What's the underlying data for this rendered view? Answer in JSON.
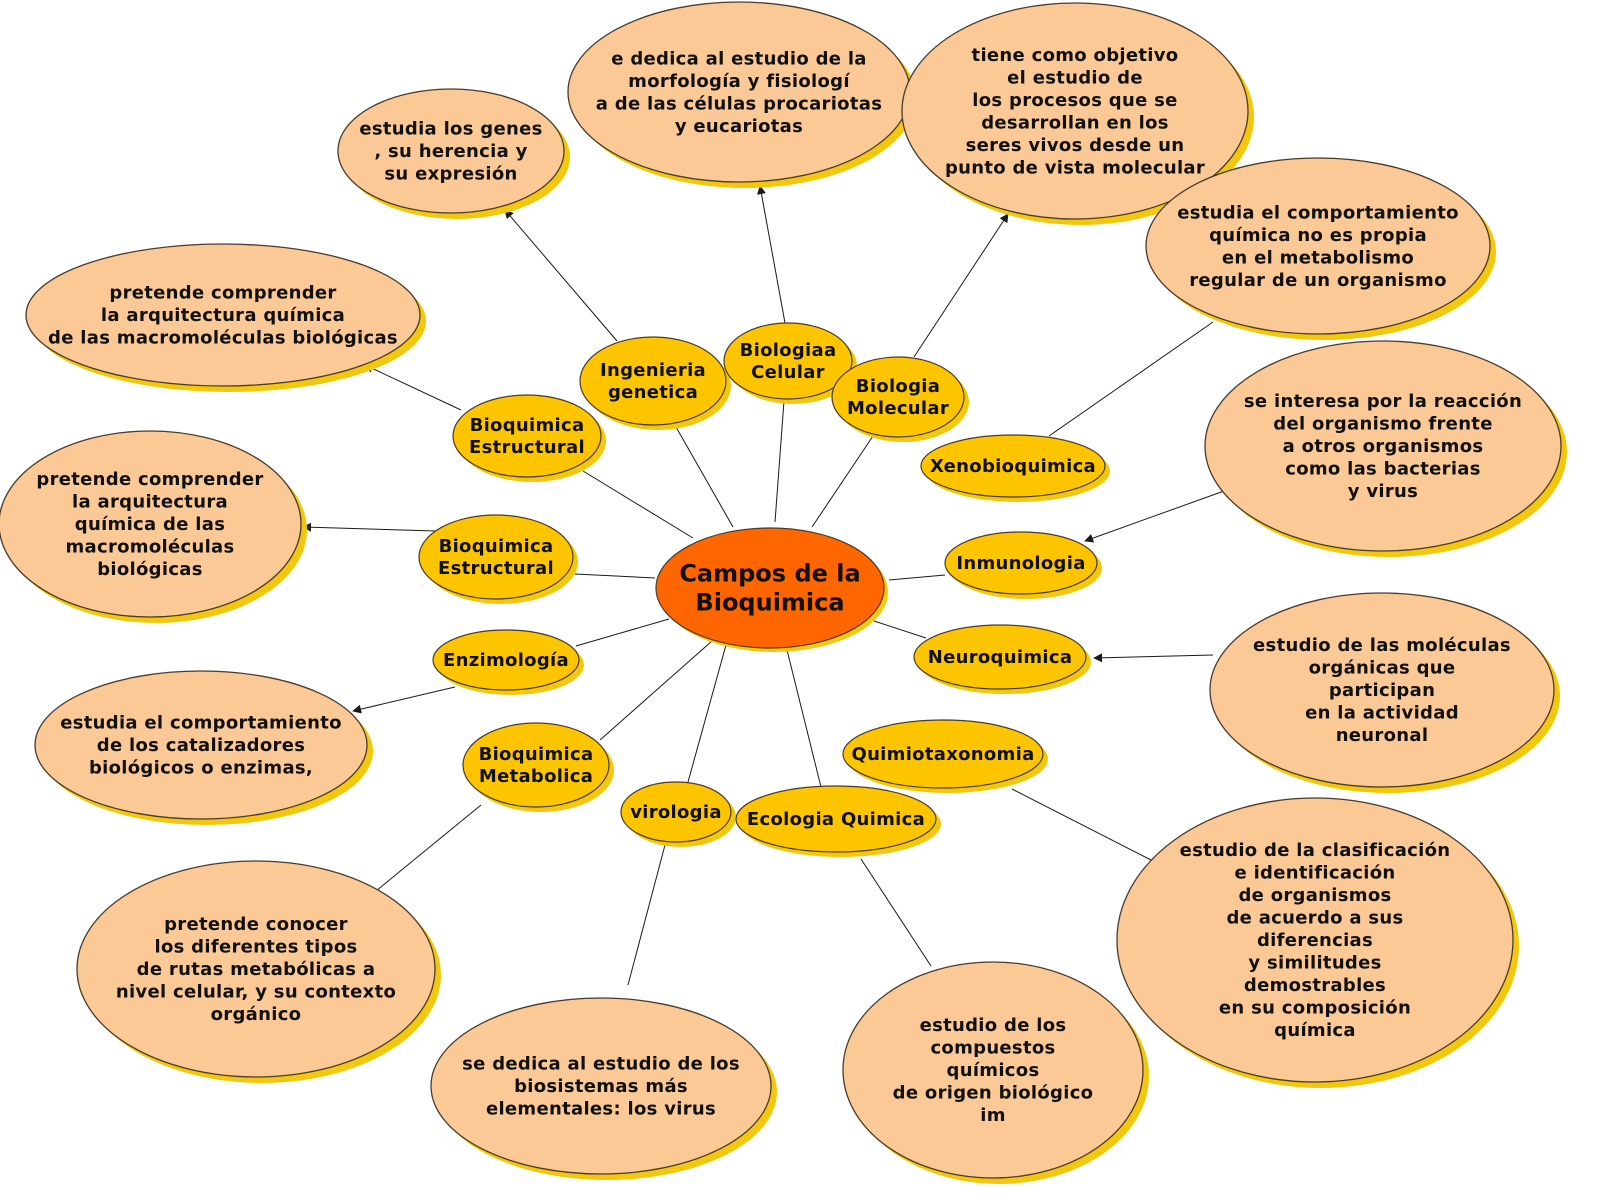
{
  "center": {
    "label": "Campos de la Bioquimica",
    "lines": [
      "Campos de la",
      "Bioquimica"
    ]
  },
  "colors": {
    "center_fill": "#ff6600",
    "field_fill": "#fcc500",
    "description_fill": "#fac996",
    "shadow": "#f2c80f",
    "connector": "#1a1a1a"
  },
  "fields": [
    {
      "id": "ingenieria-genetica",
      "lines": [
        "Ingenieria",
        "genetica"
      ]
    },
    {
      "id": "biologia-celular",
      "lines": [
        "Biologiaa",
        "Celular"
      ]
    },
    {
      "id": "biologia-molecular",
      "lines": [
        "Biologia",
        "Molecular"
      ]
    },
    {
      "id": "bioquimica-estructural-upper",
      "lines": [
        "Bioquimica",
        "Estructural"
      ]
    },
    {
      "id": "xenobioquimica",
      "lines": [
        "Xenobioquimica"
      ]
    },
    {
      "id": "bioquimica-estructural-lower",
      "lines": [
        "Bioquimica",
        "Estructural"
      ]
    },
    {
      "id": "inmunologia",
      "lines": [
        "Inmunologia"
      ]
    },
    {
      "id": "enzimologia",
      "lines": [
        "Enzimología"
      ]
    },
    {
      "id": "neuroquimica",
      "lines": [
        "Neuroquimica"
      ]
    },
    {
      "id": "bioquimica-metabolica",
      "lines": [
        "Bioquimica",
        "Metabolica"
      ]
    },
    {
      "id": "quimiotaxonomia",
      "lines": [
        "Quimiotaxonomia"
      ]
    },
    {
      "id": "virologia",
      "lines": [
        "virologia"
      ]
    },
    {
      "id": "ecologia-quimica",
      "lines": [
        "Ecologia Quimica"
      ]
    }
  ],
  "descriptions": [
    {
      "id": "genes",
      "field": "ingenieria-genetica",
      "lines": [
        "estudia los genes",
        ", su herencia y",
        "su expresión"
      ]
    },
    {
      "id": "celular",
      "field": "biologia-celular",
      "lines": [
        "e dedica al estudio de la",
        "morfología y fisiologí",
        "a de las células procariotas",
        "y eucariotas"
      ]
    },
    {
      "id": "molecular",
      "field": "biologia-molecular",
      "lines": [
        "tiene como objetivo",
        "el estudio de",
        "los procesos que se",
        "desarrollan en los",
        "seres vivos desde un",
        "punto de vista molecular"
      ]
    },
    {
      "id": "xeno",
      "field": "xenobioquimica",
      "lines": [
        "estudia el comportamiento",
        "química no es propia",
        "en el metabolismo",
        "regular de un organismo"
      ]
    },
    {
      "id": "estructural-upper",
      "field": "bioquimica-estructural-upper",
      "lines": [
        "pretende comprender",
        "la arquitectura química",
        "de las macromoléculas biológicas"
      ]
    },
    {
      "id": "inmuno",
      "field": "inmunologia",
      "lines": [
        "se interesa por la reacción",
        "del organismo frente",
        "a otros organismos",
        "como las bacterias",
        "y virus"
      ]
    },
    {
      "id": "estructural-lower",
      "field": "bioquimica-estructural-lower",
      "lines": [
        "pretende comprender",
        "la arquitectura",
        "química de las",
        "macromoléculas",
        "biológicas"
      ]
    },
    {
      "id": "neuro",
      "field": "neuroquimica",
      "lines": [
        "estudio de las moléculas",
        "orgánicas que",
        "participan",
        "en la actividad",
        "neuronal"
      ]
    },
    {
      "id": "enzimo",
      "field": "enzimologia",
      "lines": [
        "estudia el comportamiento",
        "de los catalizadores",
        "biológicos o enzimas,"
      ]
    },
    {
      "id": "quimiotaxo",
      "field": "quimiotaxonomia",
      "lines": [
        "estudio de la clasificación",
        "e identificación",
        "de organismos",
        "de acuerdo a sus",
        "diferencias",
        "y similitudes",
        "demostrables",
        "en su composición",
        "química"
      ]
    },
    {
      "id": "metabolica",
      "field": "bioquimica-metabolica",
      "lines": [
        "pretende conocer",
        "los diferentes tipos",
        "de rutas metabólicas a",
        "nivel celular, y su contexto",
        "orgánico"
      ]
    },
    {
      "id": "virus",
      "field": "virologia",
      "lines": [
        "se dedica al estudio de los",
        "biosistemas más",
        "elementales: los virus"
      ]
    },
    {
      "id": "ecologia",
      "field": "ecologia-quimica",
      "lines": [
        "estudio de los",
        "compuestos",
        "químicos",
        "de origen biológico",
        "im"
      ]
    }
  ]
}
